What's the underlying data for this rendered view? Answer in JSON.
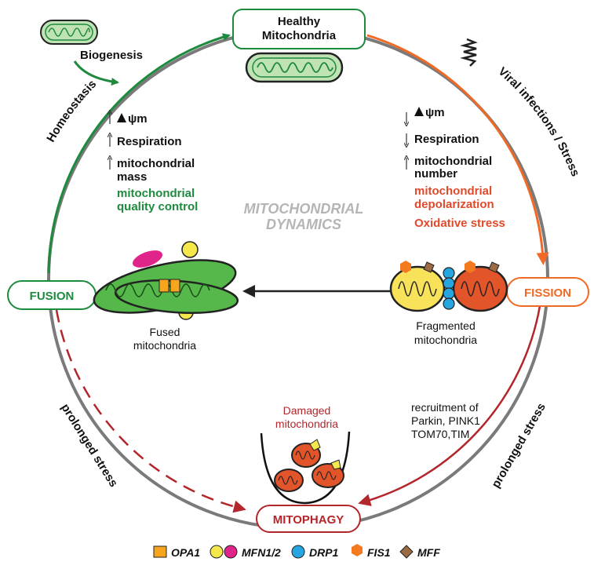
{
  "colors": {
    "green": "#1e8a3e",
    "orange": "#f06a25",
    "red": "#b3262b",
    "gray": "#7a7a7a",
    "title_gray": "#b5b5b5",
    "mito_green": "#56b84a",
    "mito_yellow": "#f7e25a",
    "mito_red": "#e2542a",
    "opa1": "#f7a51d",
    "mfn_yellow": "#f5e84a",
    "mfn_magenta": "#e0248a",
    "drp1": "#26a6e0",
    "fis1": "#f47a20",
    "mff": "#9c6b43"
  },
  "nodes": {
    "healthy": [
      "Healthy",
      "Mitochondria"
    ],
    "fusion": "FUSION",
    "fission": "FISSION",
    "mitophagy": "MITOPHAGY"
  },
  "center_title": [
    "MITOCHONDRIAL",
    "DYNAMICS"
  ],
  "biogenesis": "Biogenesis",
  "arc_labels": {
    "homeostasis": "Homeostasis",
    "viral": "Viral infections / Stress",
    "prolonged_left": "prolonged stress",
    "prolonged_right": "prolonged stress"
  },
  "left_indicators": {
    "psi": "ψm",
    "respiration": "Respiration",
    "mass": [
      "mitochondrial",
      "mass"
    ],
    "qc": [
      "mitochondrial",
      "quality control"
    ]
  },
  "right_indicators": {
    "psi": "ψm",
    "respiration": "Respiration",
    "number": [
      "mitochondrial",
      "number"
    ],
    "depol": [
      "mitochondrial",
      "depolarization"
    ],
    "oxidative": "Oxidative stress"
  },
  "fused_caption": [
    "Fused",
    "mitochondria"
  ],
  "fragmented_caption": [
    "Fragmented",
    "mitochondria"
  ],
  "damaged_caption": [
    "Damaged",
    "mitochondria"
  ],
  "recruitment": [
    "recruitment of",
    "Parkin, PINK1",
    "TOM70,TIM"
  ],
  "legend": [
    {
      "label": "OPA1"
    },
    {
      "label": "MFN1/2"
    },
    {
      "label": "DRP1"
    },
    {
      "label": "FIS1"
    },
    {
      "label": "MFF"
    }
  ]
}
